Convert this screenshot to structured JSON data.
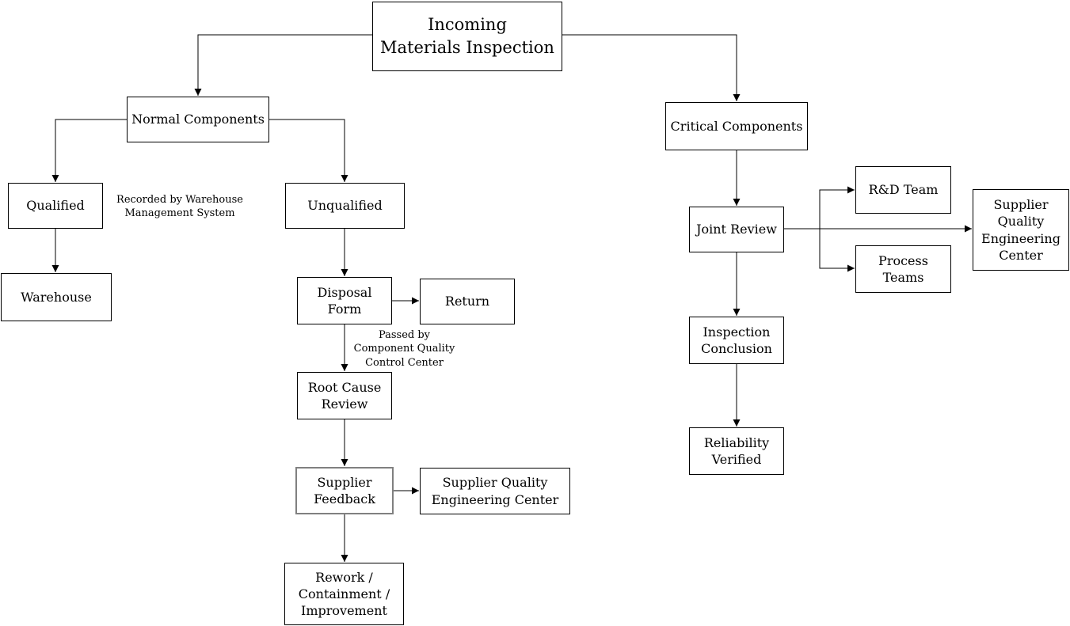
{
  "diagram": {
    "nodes": {
      "incoming": "Incoming\nMaterials Inspection",
      "normal": "Normal Components",
      "critical": "Critical Components",
      "qualified": "Qualified",
      "unqualified": "Unqualified",
      "warehouse": "Warehouse",
      "disposal_form": "Disposal\nForm",
      "return": "Return",
      "root_cause": "Root Cause\nReview",
      "supplier_feedback": "Supplier\nFeedback",
      "sqec_left": "Supplier Quality\nEngineering Center",
      "rework": "Rework /\nContainment /\nImprovement",
      "joint_review": "Joint Review",
      "rd_team": "R&D Team",
      "process_teams": "Process\nTeams",
      "sqec_right": "Supplier\nQuality\nEngineering\nCenter",
      "inspection_conclusion": "Inspection\nConclusion",
      "reliability_verified": "Reliability\nVerified"
    },
    "annotations": {
      "recorded": "Recorded by Warehouse\nManagement System",
      "passed": "Passed by\nComponent Quality\nControl Center"
    },
    "colors": {
      "line": "#000000",
      "box_border": "#000000",
      "box_fill": "#ffffff",
      "highlight_border": "#808080",
      "background": "#ffffff"
    }
  }
}
